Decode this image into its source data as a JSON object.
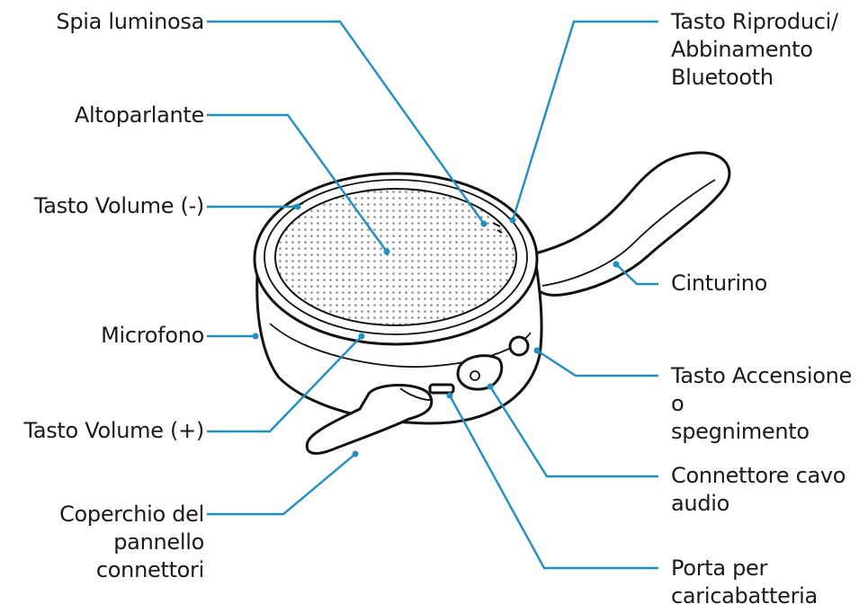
{
  "callouts": {
    "spia_luminosa": "Spia luminosa",
    "altoparlante": "Altoparlante",
    "tasto_volume_meno": "Tasto Volume (-)",
    "microfono": "Microfono",
    "tasto_volume_piu": "Tasto Volume (+)",
    "coperchio": "Coperchio del\npannello connettori",
    "tasto_riproduci": "Tasto Riproduci/\nAbbinamento\nBluetooth",
    "cinturino": "Cinturino",
    "tasto_accensione": "Tasto Accensione o\nspegnimento",
    "connettore_audio": "Connettore cavo\naudio",
    "porta_caricabatteria": "Porta per\ncaricabatteria"
  },
  "colors": {
    "leader_line": "#1f8fc4",
    "outline": "#111111"
  }
}
